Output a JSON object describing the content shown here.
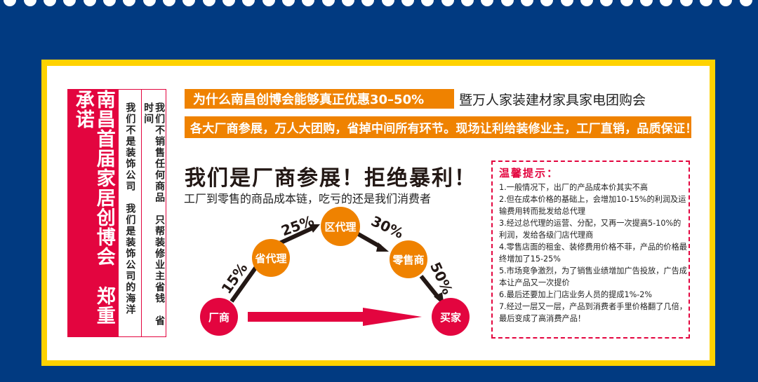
{
  "colors": {
    "background": "#013a81",
    "frame": "#ffd200",
    "accent_red": "#e3053f",
    "accent_orange": "#ef8200",
    "text_dark": "#231815"
  },
  "left_panel": {
    "headline": "南昌首届家居创博会　郑重承诺",
    "column_1": "我们不是装饰公司　我们是装饰公司的海洋",
    "column_2": "我们不销售任何商品　只帮装修业主省钱　省时间"
  },
  "header": {
    "question": "为什么南昌创博会能够真正优惠30–50%",
    "subtitle": "暨万人家装建材家具家电团购会",
    "banner": "各大厂商参展，万人大团购，省掉中间所有环节。现场让利给装修业主，工厂直销，品质保证！"
  },
  "slogan": "我们是厂商参展！拒绝暴利！",
  "chain_caption": "工厂到零售的商品成本链，吃亏的还是我们消费者",
  "diagram": {
    "nodes": [
      {
        "id": "manufacturer",
        "label": "厂商"
      },
      {
        "id": "provincial-agent",
        "label": "省代理"
      },
      {
        "id": "district-agent",
        "label": "区代理"
      },
      {
        "id": "retailer",
        "label": "零售商"
      },
      {
        "id": "buyer",
        "label": "买家"
      }
    ],
    "markups": [
      "15%",
      "25%",
      "30%",
      "50%"
    ]
  },
  "tips": {
    "title": "温馨提示：",
    "items": [
      "1.一般情况下，出厂的产品成本价其实不高",
      "2.但在成本价格的基础上，会增加10-15%的利润及运输费用转而批发给总代理",
      "3.经过总代理的运营、分配，又再一次提高5-10%的利润，发给各级门店代理商",
      "4.零售店面的租金、装修费用价格不菲，产品的价格最终增加了15-25%",
      "5.市场竞争激烈，为了销售业绩增加广告投放，广告成本让产品又一次提价",
      "6.最后还要加上门店业务人员的提成1%-2%",
      "7.经过一层又一层，产品到消费者手里价格翻了几倍，最后变成了高消费产品！"
    ]
  }
}
